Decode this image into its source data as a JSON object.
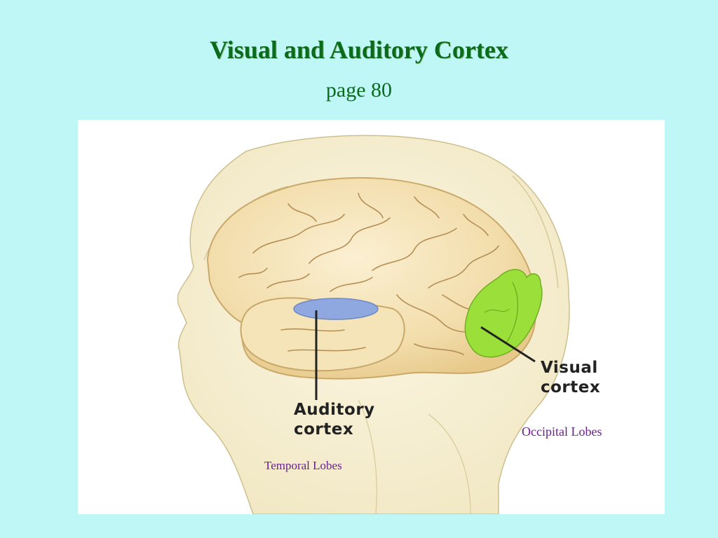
{
  "slide": {
    "title": "Visual and Auditory Cortex",
    "subtitle": "page 80"
  },
  "diagram": {
    "labels": {
      "auditory_line1": "Auditory",
      "auditory_line2": "cortex",
      "visual_line1": "Visual",
      "visual_line2": "cortex"
    },
    "captions": {
      "occipital": "Occipital Lobes",
      "temporal": "Temporal Lobes"
    },
    "colors": {
      "background": "#bff7f7",
      "title": "#0b6b1d",
      "caption": "#6a1f8f",
      "brain": "#f4e2b8",
      "auditory_region": "#8fa8e0",
      "visual_region": "#9be03a"
    }
  }
}
